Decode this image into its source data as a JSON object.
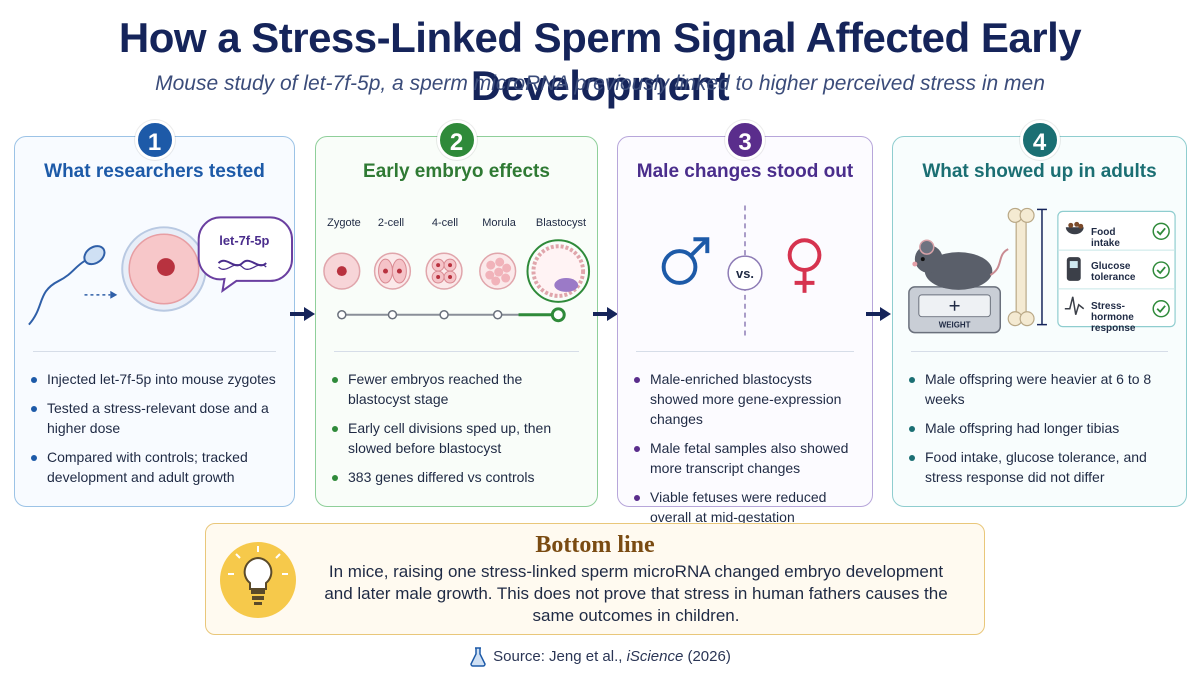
{
  "header": {
    "title": "How a Stress-Linked Sperm Signal Affected Early Development",
    "subtitle": "Mouse study of let-7f-5p, a sperm microRNA previously linked to higher perceived stress in men"
  },
  "colors": {
    "blue": "#1d5aa8",
    "green": "#2f8a3a",
    "purple": "#5a2d8c",
    "teal": "#1b6f73",
    "navy": "#15245a"
  },
  "panels": [
    {
      "number": "1",
      "title": "What researchers tested",
      "illustration": {
        "label": "let-7f-5p"
      },
      "bullets": [
        "Injected let-7f-5p into mouse zygotes",
        "Tested a stress-relevant dose and a higher dose",
        "Compared with controls; tracked development and adult growth"
      ]
    },
    {
      "number": "2",
      "title": "Early embryo effects",
      "stages": [
        "Zygote",
        "2-cell",
        "4-cell",
        "Morula",
        "Blastocyst"
      ],
      "bullets": [
        "Fewer embryos reached the blastocyst stage",
        "Early cell divisions sped up, then slowed before blastocyst",
        "383 genes differed vs controls"
      ]
    },
    {
      "number": "3",
      "title": "Male changes stood out",
      "illustration": {
        "vs_label": "vs."
      },
      "bullets": [
        "Male-enriched blastocysts showed more gene-expression changes",
        "Male fetal samples also showed more transcript changes",
        "Viable fetuses were reduced overall at mid-gestation"
      ]
    },
    {
      "number": "4",
      "title": "What showed up in adults",
      "illustration": {
        "scale_label": "WEIGHT",
        "metrics": [
          "Food intake",
          "Glucose tolerance",
          "Stress-hormone response"
        ]
      },
      "bullets": [
        "Male offspring were heavier at 6 to 8 weeks",
        "Male offspring had longer tibias",
        "Food intake, glucose tolerance, and stress response did not differ"
      ]
    }
  ],
  "bottom_line": {
    "title": "Bottom line",
    "text": "In mice, raising one stress-linked sperm microRNA changed embryo development and later male growth. This does not prove that stress in human fathers causes the same outcomes in children."
  },
  "source": {
    "prefix": "Source: Jeng et al., ",
    "journal": "iScience",
    "year": " (2026)"
  }
}
